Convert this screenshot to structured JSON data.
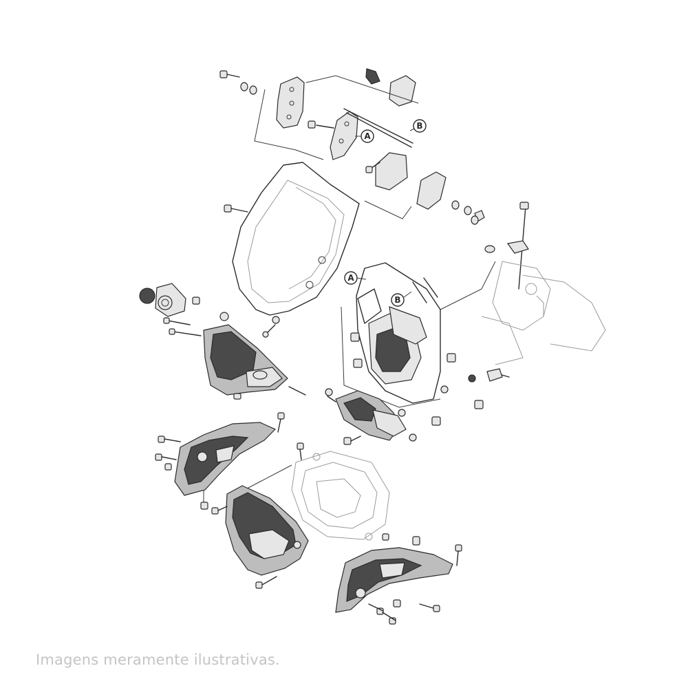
{
  "diagram": {
    "callouts": {
      "a_top": "A",
      "b_top": "B",
      "a_mid": "A",
      "b_mid": "B"
    }
  },
  "footer": {
    "disclaimer": "Imagens meramente ilustrativas."
  }
}
